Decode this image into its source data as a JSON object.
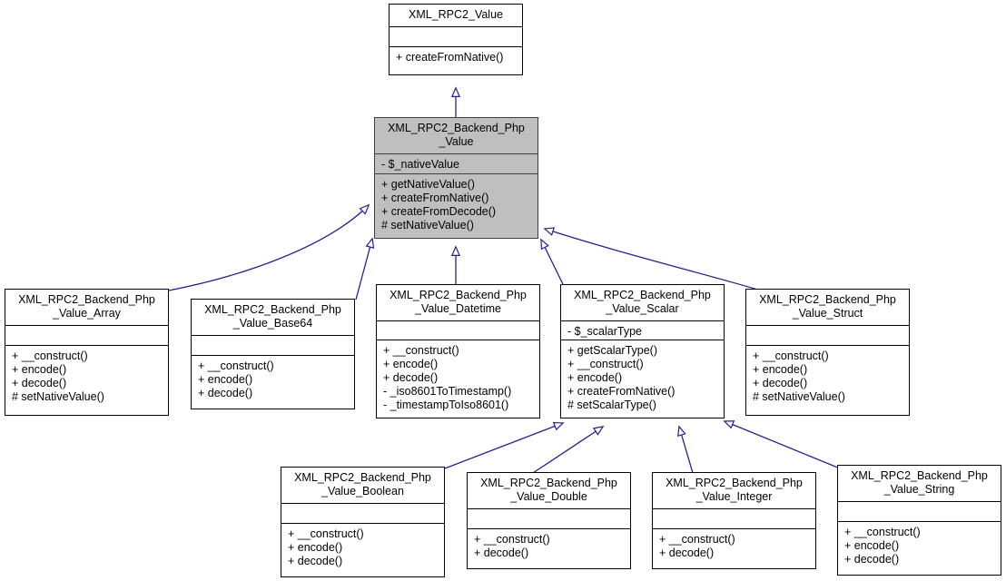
{
  "diagram": {
    "title": "XML_RPC2 Backend Php Value class hierarchy",
    "type": "uml-class-diagram",
    "colors": {
      "background": "#ffffff",
      "box_fill": "#ffffff",
      "box_border": "#000000",
      "highlight_fill": "#bfbfbf",
      "highlight_border": "#404040",
      "edge": "#22228f",
      "text": "#000000"
    },
    "classes": [
      {
        "id": "value",
        "name": "XML_RPC2_Value",
        "attributes": [],
        "operations": [
          "+ createFromNative()"
        ],
        "highlighted": false
      },
      {
        "id": "php_value",
        "name": "XML_RPC2_Backend_Php\n_Value",
        "attributes": [
          "- $_nativeValue"
        ],
        "operations": [
          "+ getNativeValue()",
          "+ createFromNative()",
          "+ createFromDecode()",
          "# setNativeValue()"
        ],
        "highlighted": true
      },
      {
        "id": "array",
        "name": "XML_RPC2_Backend_Php\n_Value_Array",
        "attributes": [],
        "operations": [
          "+ __construct()",
          "+ encode()",
          "+ decode()",
          "# setNativeValue()"
        ],
        "highlighted": false
      },
      {
        "id": "base64",
        "name": "XML_RPC2_Backend_Php\n_Value_Base64",
        "attributes": [],
        "operations": [
          "+ __construct()",
          "+ encode()",
          "+ decode()"
        ],
        "highlighted": false
      },
      {
        "id": "datetime",
        "name": "XML_RPC2_Backend_Php\n_Value_Datetime",
        "attributes": [],
        "operations": [
          "+ __construct()",
          "+ encode()",
          "+ decode()",
          "- _iso8601ToTimestamp()",
          "- _timestampToIso8601()"
        ],
        "highlighted": false
      },
      {
        "id": "scalar",
        "name": "XML_RPC2_Backend_Php\n_Value_Scalar",
        "attributes": [
          "- $_scalarType"
        ],
        "operations": [
          "+ getScalarType()",
          "+ __construct()",
          "+ encode()",
          "+ createFromNative()",
          "# setScalarType()"
        ],
        "highlighted": false
      },
      {
        "id": "struct",
        "name": "XML_RPC2_Backend_Php\n_Value_Struct",
        "attributes": [],
        "operations": [
          "+ __construct()",
          "+ encode()",
          "+ decode()",
          "# setNativeValue()"
        ],
        "highlighted": false
      },
      {
        "id": "boolean",
        "name": "XML_RPC2_Backend_Php\n_Value_Boolean",
        "attributes": [],
        "operations": [
          "+ __construct()",
          "+ encode()",
          "+ decode()"
        ],
        "highlighted": false
      },
      {
        "id": "double",
        "name": "XML_RPC2_Backend_Php\n_Value_Double",
        "attributes": [],
        "operations": [
          "+ __construct()",
          "+ decode()"
        ],
        "highlighted": false
      },
      {
        "id": "integer",
        "name": "XML_RPC2_Backend_Php\n_Value_Integer",
        "attributes": [],
        "operations": [
          "+ __construct()",
          "+ decode()"
        ],
        "highlighted": false
      },
      {
        "id": "string",
        "name": "XML_RPC2_Backend_Php\n_Value_String",
        "attributes": [],
        "operations": [
          "+ __construct()",
          "+ encode()",
          "+ decode()"
        ],
        "highlighted": false
      }
    ],
    "inheritance_edges": [
      {
        "from": "php_value",
        "to": "value"
      },
      {
        "from": "array",
        "to": "php_value"
      },
      {
        "from": "base64",
        "to": "php_value"
      },
      {
        "from": "datetime",
        "to": "php_value"
      },
      {
        "from": "scalar",
        "to": "php_value"
      },
      {
        "from": "struct",
        "to": "php_value"
      },
      {
        "from": "boolean",
        "to": "scalar"
      },
      {
        "from": "double",
        "to": "scalar"
      },
      {
        "from": "integer",
        "to": "scalar"
      },
      {
        "from": "string",
        "to": "scalar"
      }
    ]
  }
}
